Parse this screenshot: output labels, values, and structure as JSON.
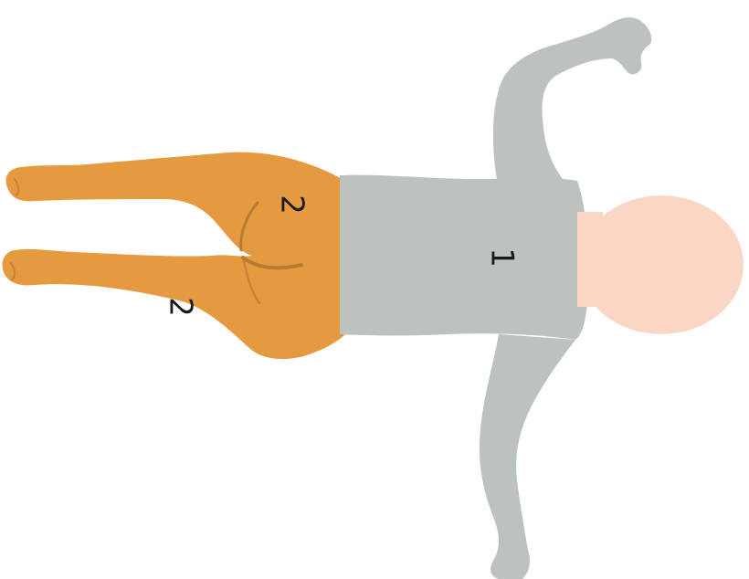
{
  "figure": {
    "regions": [
      {
        "id": "upper-body",
        "label": "1",
        "color": "#bcc2bd"
      },
      {
        "id": "lower-body-left",
        "label": "2",
        "color": "#e69a40"
      },
      {
        "id": "lower-body-right",
        "label": "2",
        "color": "#e69a40"
      }
    ],
    "head_color": "#fbd6c4",
    "crease_color": "#b77b34"
  }
}
